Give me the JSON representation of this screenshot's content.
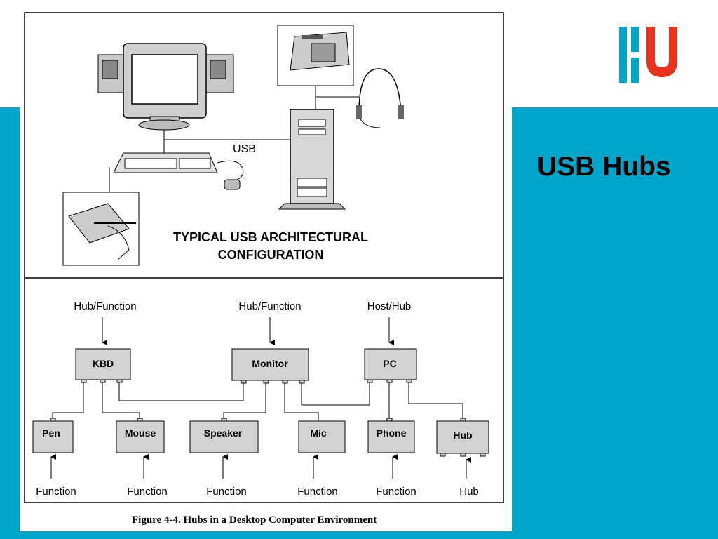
{
  "slide": {
    "title": "USB Hubs",
    "accent_color": "#00a6c9",
    "logo_bar_colors": [
      "#00a6c9",
      "#e8341c"
    ]
  },
  "figure": {
    "top_usb_label": "USB",
    "top_caption_line1": "TYPICAL USB ARCHITECTURAL",
    "top_caption_line2": "CONFIGURATION",
    "caption": "Figure 4-4.  Hubs in a Desktop Computer Environment",
    "top_icons": [
      "monitor-icon",
      "speaker-icon",
      "keyboard-icon",
      "mouse-icon",
      "pen-tablet-icon",
      "telephone-icon",
      "headset-icon",
      "tower-pc-icon"
    ],
    "upper_labels": {
      "kbd": "Hub/Function",
      "monitor": "Hub/Function",
      "pc": "Host/Hub"
    },
    "nodes": {
      "kbd": "KBD",
      "monitor": "Monitor",
      "pc": "PC",
      "pen": "Pen",
      "mouse": "Mouse",
      "speaker": "Speaker",
      "mic": "Mic",
      "phone": "Phone",
      "hub": "Hub"
    },
    "lower_labels": {
      "pen": "Function",
      "mouse": "Function",
      "speaker": "Function",
      "mic": "Function",
      "phone": "Function",
      "hub": "Hub"
    }
  }
}
